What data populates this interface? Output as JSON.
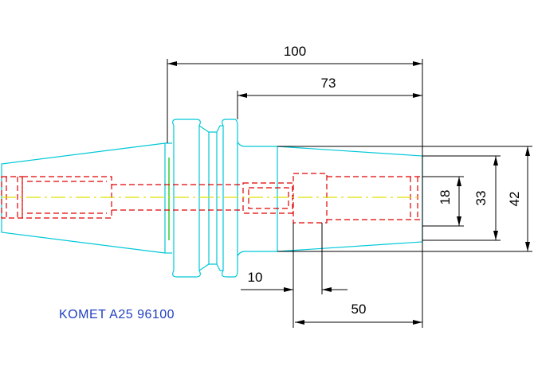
{
  "title": "KOMET A25 96100",
  "dimensions": {
    "overall_length": "100",
    "shank_length": "73",
    "bore_diameter": "18",
    "inner_diameter": "33",
    "outer_diameter": "42",
    "groove_width": "10",
    "bore_depth": "50"
  },
  "colors": {
    "outline": "#00c8d8",
    "hidden": "#e00000",
    "centerline": "#e0e000",
    "dimension": "#000000",
    "label": "#2040c0",
    "taper_edge": "#00c000"
  }
}
